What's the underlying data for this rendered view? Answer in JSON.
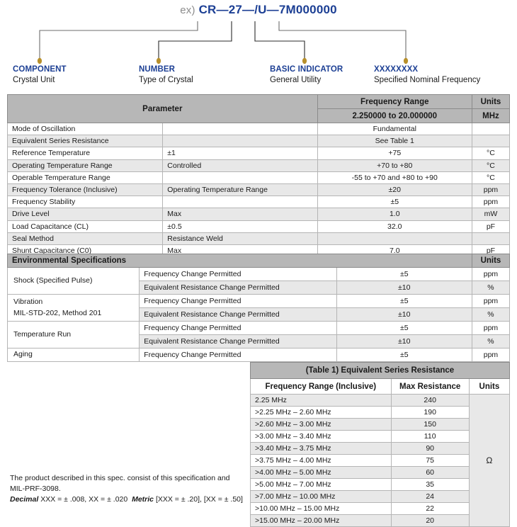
{
  "part_number": {
    "prefix": "ex)",
    "code": "CR—27—/U—7M000000",
    "categories": [
      {
        "title": "COMPONENT",
        "desc": "Crystal Unit"
      },
      {
        "title": "NUMBER",
        "desc": "Type of Crystal"
      },
      {
        "title": "BASIC INDICATOR",
        "desc": "General Utility"
      },
      {
        "title": "XXXXXXXX",
        "desc": "Specified Nominal Frequency"
      }
    ]
  },
  "parameter_table": {
    "header": {
      "parameter": "Parameter",
      "frequency_range": "Frequency Range",
      "frequency_range_value": "2.250000 to 20.000000",
      "units": "Units",
      "units_value": "MHz"
    },
    "rows": [
      {
        "parameter": "Mode of Oscillation",
        "condition": "",
        "value": "Fundamental",
        "units": ""
      },
      {
        "parameter": "Equivalent Series Resistance",
        "condition": "",
        "value": "See Table 1",
        "units": ""
      },
      {
        "parameter": "Reference Temperature",
        "condition": "±1",
        "value": "+75",
        "units": "°C"
      },
      {
        "parameter": "Operating Temperature Range",
        "condition": "Controlled",
        "value": "+70 to +80",
        "units": "°C"
      },
      {
        "parameter": "Operable Temperature Range",
        "condition": "",
        "value": "-55 to +70 and +80 to +90",
        "units": "°C"
      },
      {
        "parameter": "Frequency Tolerance (Inclusive)",
        "condition": "Operating Temperature Range",
        "value": "±20",
        "units": "ppm"
      },
      {
        "parameter": "Frequency Stability",
        "condition": "",
        "value": "±5",
        "units": "ppm"
      },
      {
        "parameter": "Drive Level",
        "condition": "Max",
        "value": "1.0",
        "units": "mW"
      },
      {
        "parameter": "Load Capacitance (CL)",
        "condition": "±0.5",
        "value": "32.0",
        "units": "pF"
      },
      {
        "parameter": "Seal Method",
        "condition": "Resistance Weld",
        "value": "",
        "units": ""
      },
      {
        "parameter": "Shunt Capacitance (C0)",
        "condition": "Max",
        "value": "7.0",
        "units": "pF"
      }
    ]
  },
  "environmental_table": {
    "header": {
      "title": "Environmental Specifications",
      "units": "Units"
    },
    "groups": [
      {
        "name": "Shock (Specified Pulse)",
        "name_line2": "",
        "rows": [
          {
            "test": "Frequency Change Permitted",
            "value": "±5",
            "units": "ppm"
          },
          {
            "test": "Equivalent Resistance Change Permitted",
            "value": "±10",
            "units": "%"
          }
        ]
      },
      {
        "name": "Vibration",
        "name_line2": "MIL-STD-202, Method 201",
        "rows": [
          {
            "test": "Frequency Change Permitted",
            "value": "±5",
            "units": "ppm"
          },
          {
            "test": "Equivalent Resistance Change Permitted",
            "value": "±10",
            "units": "%"
          }
        ]
      },
      {
        "name": "Temperature Run",
        "name_line2": "",
        "rows": [
          {
            "test": "Frequency Change Permitted",
            "value": "±5",
            "units": "ppm"
          },
          {
            "test": "Equivalent Resistance Change Permitted",
            "value": "±10",
            "units": "%"
          }
        ]
      },
      {
        "name": "Aging",
        "name_line2": "",
        "rows": [
          {
            "test": "Frequency Change Permitted",
            "value": "±5",
            "units": "ppm"
          }
        ]
      }
    ]
  },
  "esr_table": {
    "title": "(Table 1) Equivalent Series Resistance",
    "columns": [
      "Frequency Range (Inclusive)",
      "Max Resistance",
      "Units"
    ],
    "units_symbol": "Ω",
    "rows": [
      {
        "range": "2.25 MHz",
        "resistance": "240"
      },
      {
        "range": ">2.25 MHz – 2.60 MHz",
        "resistance": "190"
      },
      {
        "range": ">2.60 MHz – 3.00 MHz",
        "resistance": "150"
      },
      {
        "range": ">3.00 MHz – 3.40 MHz",
        "resistance": "110"
      },
      {
        "range": ">3.40 MHz – 3.75 MHz",
        "resistance": "90"
      },
      {
        "range": ">3.75 MHz – 4.00 MHz",
        "resistance": "75"
      },
      {
        "range": ">4.00 MHz – 5.00 MHz",
        "resistance": "60"
      },
      {
        "range": ">5.00 MHz – 7.00 MHz",
        "resistance": "35"
      },
      {
        "range": ">7.00 MHz – 10.00 MHz",
        "resistance": "24"
      },
      {
        "range": ">10.00 MHz – 15.00 MHz",
        "resistance": "22"
      },
      {
        "range": ">15.00 MHz – 20.00 MHz",
        "resistance": "20"
      }
    ]
  },
  "footnote": {
    "line1": "The product described in this spec. consist of this specification and",
    "line2": "MIL-PRF-3098.",
    "decimal_label": "Decimal",
    "decimal_value": "XXX = ± .008, XX = ± .020",
    "metric_label": "Metric",
    "metric_value": "[XXX = ± .20], [XX = ± .50]"
  },
  "colors": {
    "accent_blue": "#1c3f94",
    "dot_gold": "#b8902b",
    "header_gray": "#b7b7b7",
    "stripe_gray": "#e8e8e8"
  }
}
